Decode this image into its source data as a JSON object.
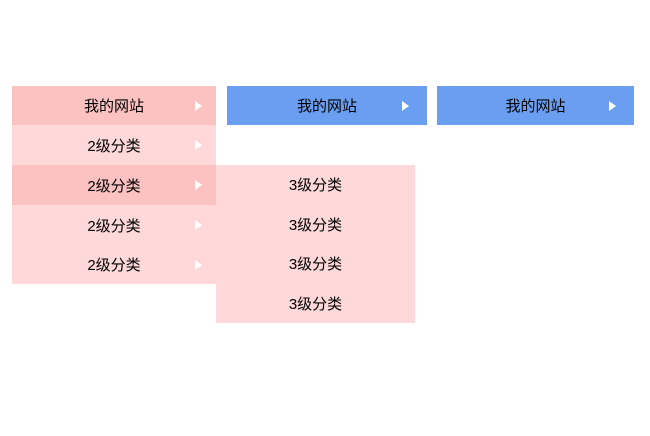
{
  "colors": {
    "background": "#ffffff",
    "pink_dark": "#fcc2c2",
    "pink_light": "#ffd9d9",
    "blue": "#6a9ef1",
    "text": "#000000",
    "arrow": "#ffffff"
  },
  "menus": [
    {
      "id": "pink-menu",
      "button": {
        "label": "我的网站"
      },
      "items": [
        {
          "label": "2级分类",
          "highlighted": false
        },
        {
          "label": "2级分类",
          "highlighted": true
        },
        {
          "label": "2级分类",
          "highlighted": false
        },
        {
          "label": "2级分类",
          "highlighted": false
        }
      ],
      "submenu": {
        "items": [
          {
            "label": "3级分类"
          },
          {
            "label": "3级分类"
          },
          {
            "label": "3级分类"
          },
          {
            "label": "3级分类"
          }
        ]
      }
    },
    {
      "id": "blue-menu-1",
      "button": {
        "label": "我的网站"
      }
    },
    {
      "id": "blue-menu-2",
      "button": {
        "label": "我的网站"
      }
    }
  ]
}
